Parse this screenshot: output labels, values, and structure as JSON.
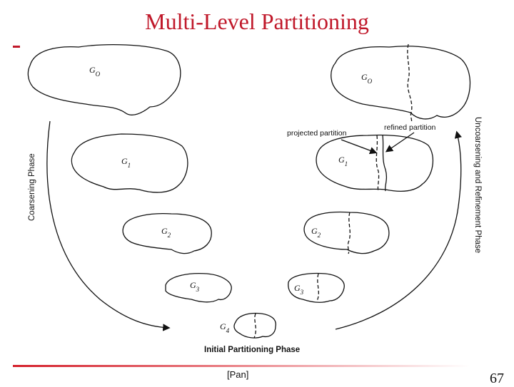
{
  "slide": {
    "title": "Multi-Level Partitioning",
    "citation": "[Pan]",
    "page_number": "67"
  },
  "diagram": {
    "coarsening_phase_label": "Coarsening Phase",
    "uncoarsening_phase_label": "Uncoarsening and Refinement Phase",
    "initial_partitioning_label": "Initial Partitioning Phase",
    "projected_partition_label": "projected partition",
    "refined_partition_label": "refined partition",
    "left_graphs": [
      "G",
      "G",
      "G",
      "G"
    ],
    "left_graph_subscripts": [
      "O",
      "1",
      "2",
      "3"
    ],
    "right_graphs": [
      "G",
      "G",
      "G",
      "G"
    ],
    "right_graph_subscripts": [
      "O",
      "1",
      "2",
      "3"
    ],
    "bottom_graph": "G",
    "bottom_graph_subscript": "4"
  },
  "colors": {
    "accent": "#c0182a",
    "line": "#111111"
  }
}
